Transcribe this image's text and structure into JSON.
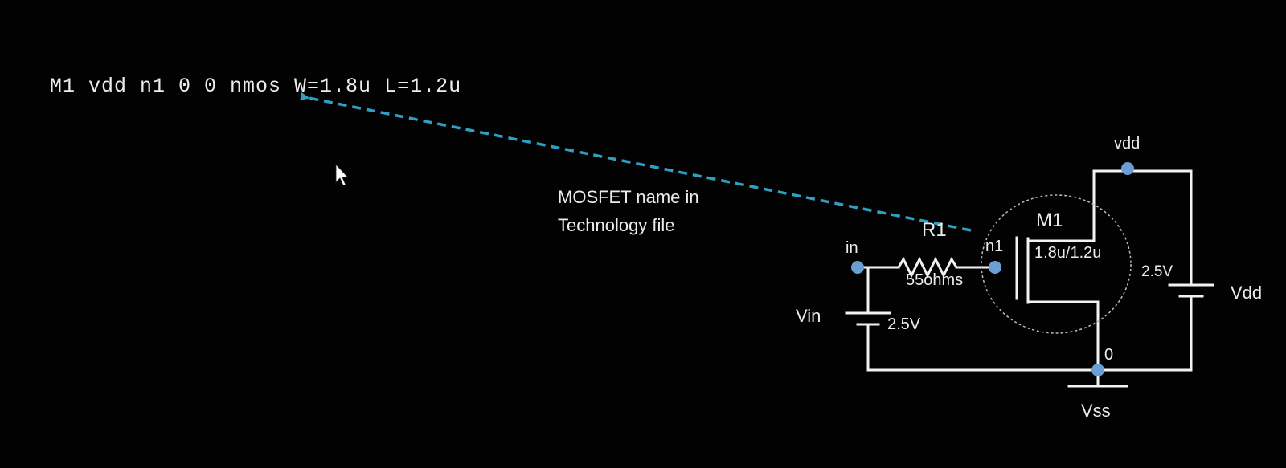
{
  "netlist_line": "M1 vdd n1 0 0 nmos W=1.8u L=1.2u",
  "annotation": {
    "line1": "MOSFET name in",
    "line2": "Technology file"
  },
  "circuit": {
    "resistor_name": "R1",
    "resistor_value": "55ohms",
    "node_in": "in",
    "node_n1": "n1",
    "node_vdd": "vdd",
    "node_ground": "0",
    "mosfet_name": "M1",
    "mosfet_size": "1.8u/1.2u",
    "vin_name": "Vin",
    "vin_value": "2.5V",
    "vdd_name": "Vdd",
    "vdd_value": "2.5V",
    "vss_name": "Vss"
  },
  "colors": {
    "arrow": "#2f9fc4",
    "node_dot": "#6a9fd4",
    "wire": "#f2f2f2",
    "background": "#020202"
  }
}
